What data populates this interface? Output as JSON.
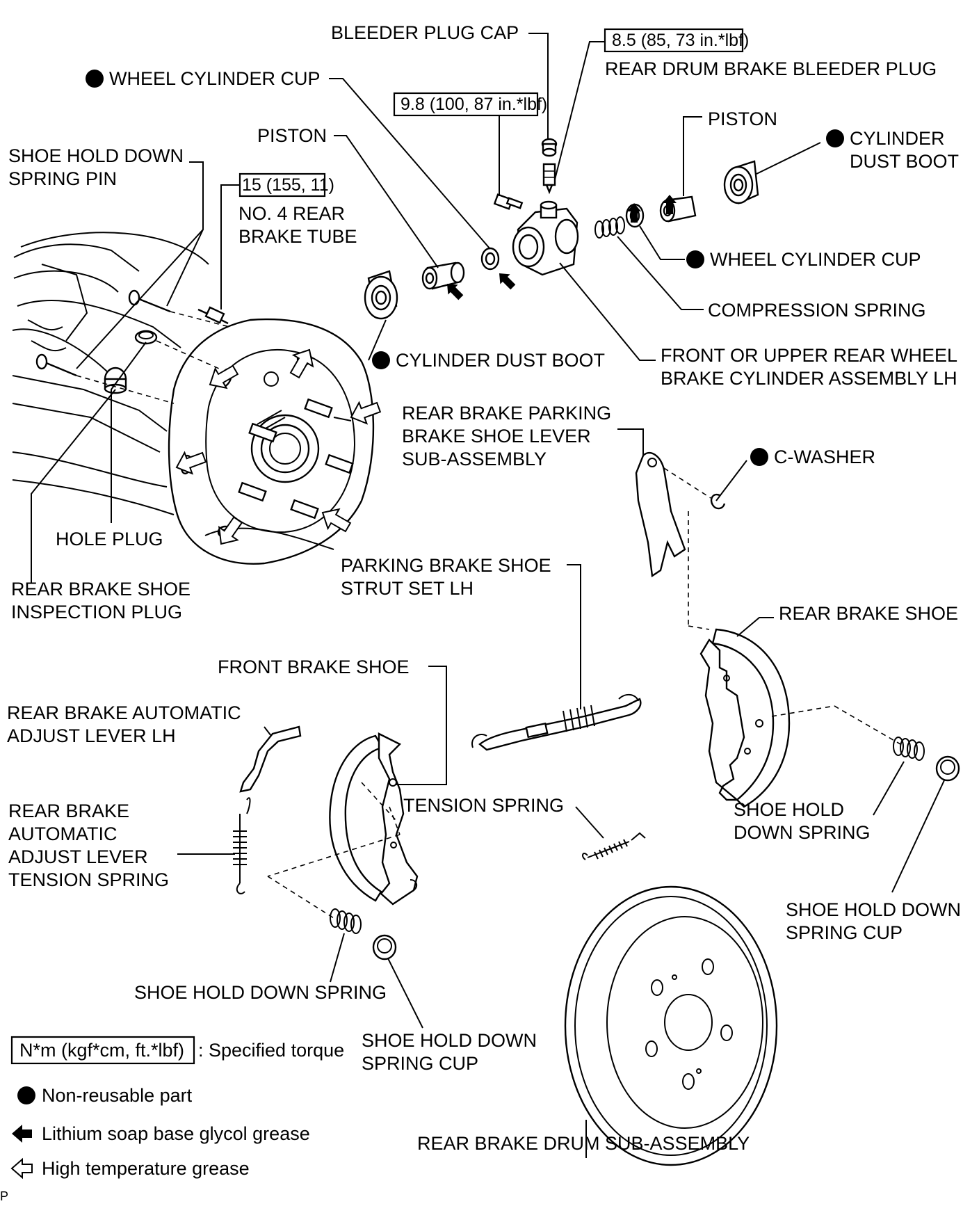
{
  "torque": {
    "bleeder_plug": "8.5 (85, 73 in.*lbf)",
    "cylinder_bolt": "9.8 (100, 87 in.*lbf)",
    "brake_tube": "15 (155, 11)"
  },
  "labels": {
    "bleeder_plug_cap": "BLEEDER PLUG CAP",
    "rear_drum_bleeder_plug": "REAR DRUM BRAKE BLEEDER PLUG",
    "wheel_cylinder_cup_top": "WHEEL CYLINDER CUP",
    "piston_left": "PISTON",
    "piston_right": "PISTON",
    "cylinder_dust_boot_right": [
      "CYLINDER",
      "DUST BOOT"
    ],
    "shoe_hold_down_spring_pin": [
      "SHOE HOLD DOWN",
      "SPRING PIN"
    ],
    "no4_rear_brake_tube": [
      "NO. 4 REAR",
      "BRAKE TUBE"
    ],
    "wheel_cylinder_cup_right": "WHEEL CYLINDER CUP",
    "compression_spring": "COMPRESSION SPRING",
    "cylinder_dust_boot_left": "CYLINDER DUST BOOT",
    "wheel_cylinder_assy": [
      "FRONT OR UPPER REAR WHEEL",
      "BRAKE CYLINDER ASSEMBLY LH"
    ],
    "parking_brake_shoe_lever": [
      "REAR BRAKE PARKING",
      "BRAKE SHOE LEVER",
      "SUB-ASSEMBLY"
    ],
    "c_washer": "C-WASHER",
    "hole_plug": "HOLE PLUG",
    "rear_brake_shoe_inspection_plug": [
      "REAR BRAKE SHOE",
      "INSPECTION PLUG"
    ],
    "parking_brake_shoe_strut_set": [
      "PARKING BRAKE SHOE",
      "STRUT SET LH"
    ],
    "rear_brake_shoe": "REAR BRAKE SHOE",
    "front_brake_shoe": "FRONT BRAKE SHOE",
    "auto_adjust_lever": [
      "REAR BRAKE AUTOMATIC",
      "ADJUST LEVER LH"
    ],
    "auto_adjust_lever_spring": [
      "REAR BRAKE",
      "AUTOMATIC",
      "ADJUST LEVER",
      "TENSION SPRING"
    ],
    "tension_spring": "TENSION SPRING",
    "shoe_hold_down_spring_right": [
      "SHOE HOLD",
      "DOWN SPRING"
    ],
    "shoe_hold_down_spring_cup_right": [
      "SHOE HOLD DOWN",
      "SPRING CUP"
    ],
    "shoe_hold_down_spring_bottom": "SHOE HOLD DOWN SPRING",
    "shoe_hold_down_spring_cup_bottom": [
      "SHOE HOLD DOWN",
      "SPRING CUP"
    ],
    "rear_brake_drum": "REAR BRAKE DRUM SUB-ASSEMBLY"
  },
  "legend": {
    "torque_box": "N*m (kgf*cm, ft.*lbf)",
    "torque_text": ": Specified torque",
    "non_reusable": "Non-reusable part",
    "lithium_grease": "Lithium soap base glycol grease",
    "high_temp_grease": "High temperature grease"
  },
  "footer_mark": "P"
}
